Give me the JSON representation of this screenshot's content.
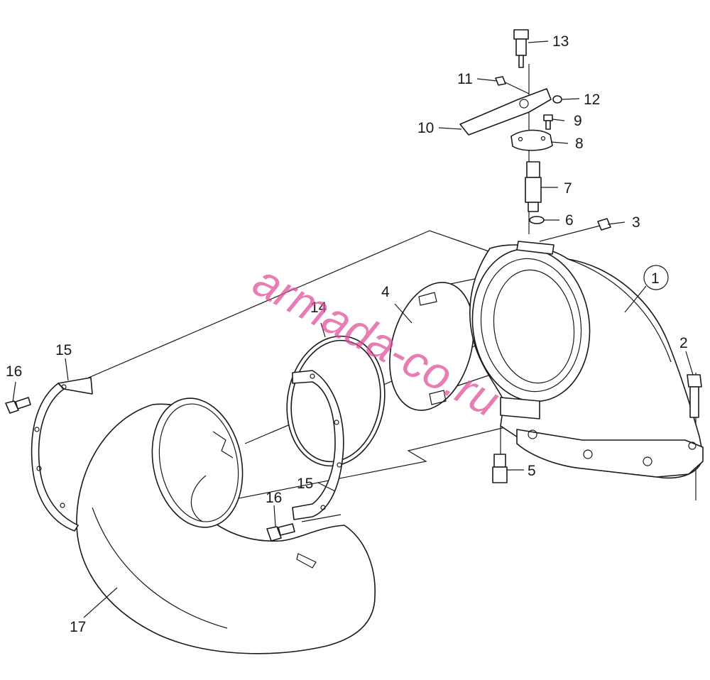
{
  "diagram": {
    "callouts": {
      "c1": "1",
      "c2": "2",
      "c3": "3",
      "c4": "4",
      "c5": "5",
      "c6": "6",
      "c7": "7",
      "c8": "8",
      "c9": "9",
      "c10": "10",
      "c11": "11",
      "c12": "12",
      "c13": "13",
      "c14": "14",
      "c15a": "15",
      "c15b": "15",
      "c16a": "16",
      "c16b": "16",
      "c17": "17"
    },
    "watermark": "armada-co.ru"
  }
}
